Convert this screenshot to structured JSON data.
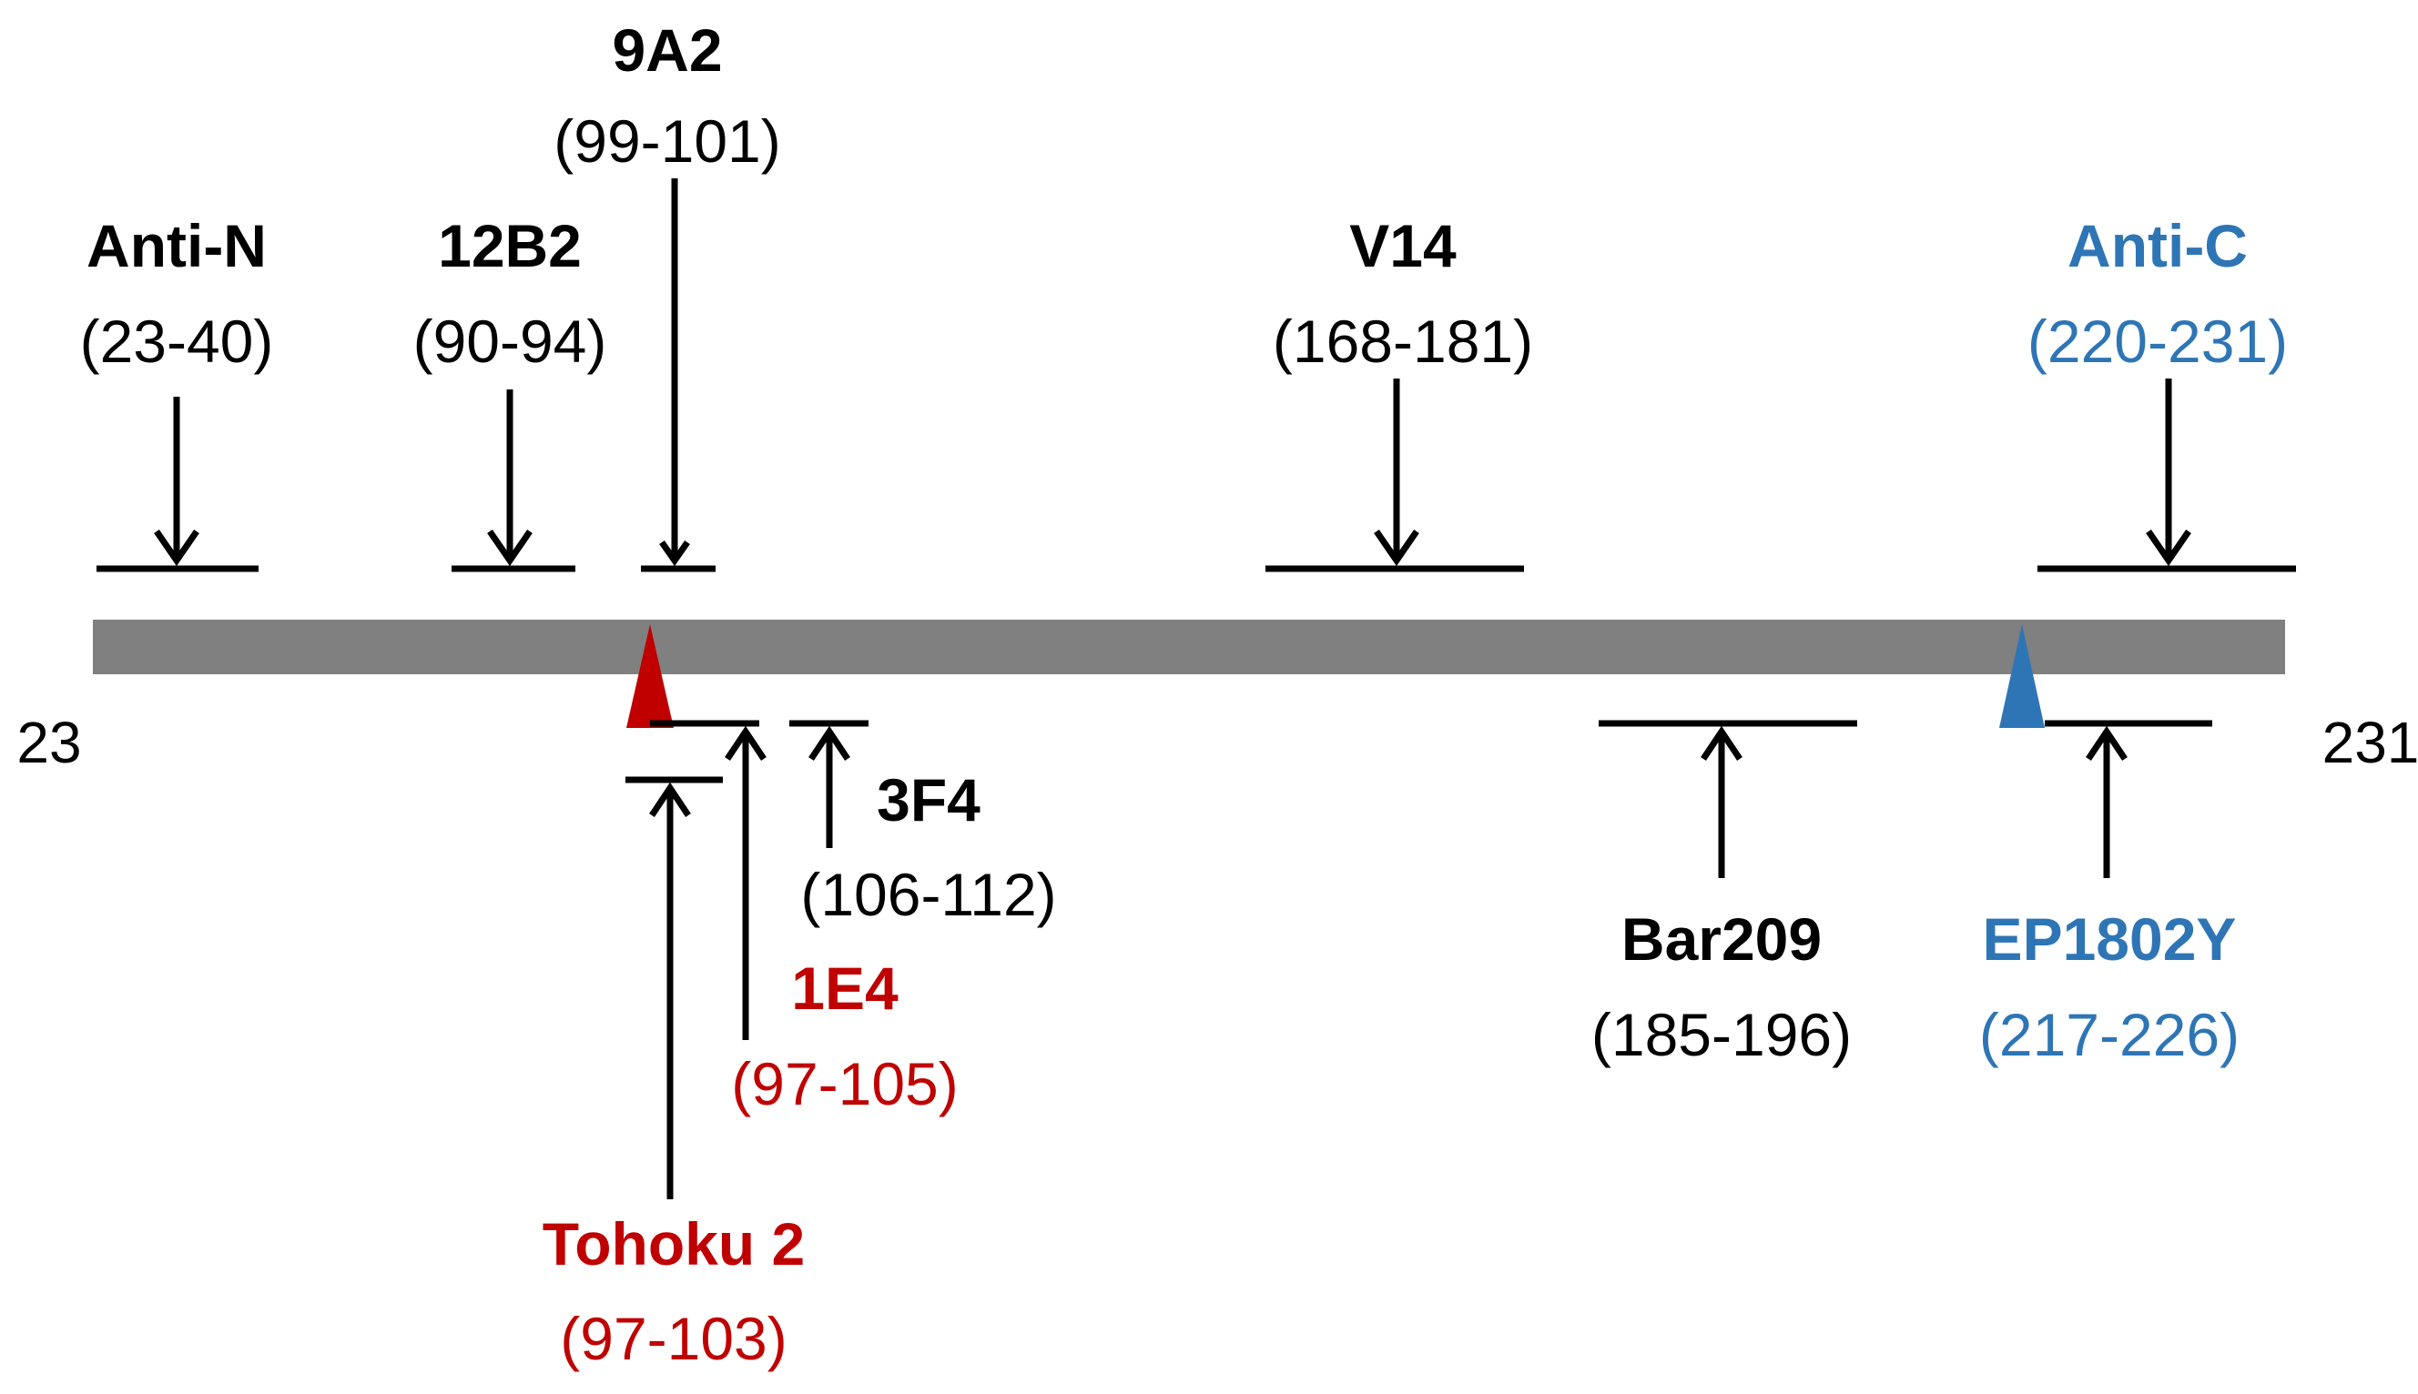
{
  "protein": {
    "start_residue": "23",
    "end_residue": "231",
    "bar_color": "#808080"
  },
  "colors": {
    "default": "#000000",
    "red": "#C00000",
    "blue": "#2E75B6"
  },
  "markers": [
    {
      "id": "red",
      "residue": 97,
      "color": "#C00000"
    },
    {
      "id": "blue",
      "residue": 217,
      "color": "#2E75B6"
    }
  ],
  "antibodies": [
    {
      "id": "anti-n",
      "name": "Anti-N",
      "range": "(23-40)",
      "start": 23,
      "end": 40,
      "side": "top",
      "color": "#000000"
    },
    {
      "id": "12b2",
      "name": "12B2",
      "range": "(90-94)",
      "start": 90,
      "end": 94,
      "side": "top",
      "color": "#000000"
    },
    {
      "id": "9a2",
      "name": "9A2",
      "range": "(99-101)",
      "start": 99,
      "end": 101,
      "side": "top",
      "color": "#000000"
    },
    {
      "id": "v14",
      "name": "V14",
      "range": "(168-181)",
      "start": 168,
      "end": 181,
      "side": "top",
      "color": "#000000"
    },
    {
      "id": "anti-c",
      "name": "Anti-C",
      "range": "(220-231)",
      "start": 220,
      "end": 231,
      "side": "top",
      "color": "#2E75B6"
    },
    {
      "id": "3f4",
      "name": "3F4",
      "range": "(106-112)",
      "start": 106,
      "end": 112,
      "side": "bottom",
      "color": "#000000"
    },
    {
      "id": "1e4",
      "name": "1E4",
      "range": "(97-105)",
      "start": 97,
      "end": 105,
      "side": "bottom",
      "color": "#C00000"
    },
    {
      "id": "tohoku-2",
      "name": "Tohoku 2",
      "range": "(97-103)",
      "start": 97,
      "end": 103,
      "side": "bottom",
      "color": "#C00000"
    },
    {
      "id": "bar209",
      "name": "Bar209",
      "range": "(185-196)",
      "start": 185,
      "end": 196,
      "side": "bottom",
      "color": "#000000"
    },
    {
      "id": "ep1802y",
      "name": "EP1802Y",
      "range": "(217-226)",
      "start": 217,
      "end": 226,
      "side": "bottom",
      "color": "#2E75B6"
    }
  ]
}
